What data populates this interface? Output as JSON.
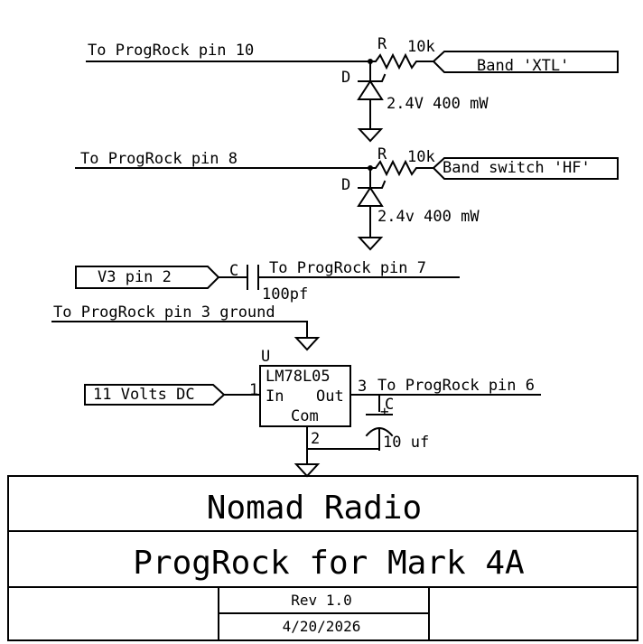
{
  "schematic": {
    "net_labels": {
      "pin10": "To ProgRock pin 10",
      "pin8": "To ProgRock pin 8",
      "pin7": "To ProgRock pin 7",
      "pin3": "To ProgRock pin 3 ground",
      "pin6": "To ProgRock pin 6"
    },
    "ports": {
      "band_xtl": "Band 'XTL'",
      "band_hf": "Band switch 'HF'",
      "v3": "V3 pin 2",
      "supply": "11 Volts DC"
    },
    "components": {
      "r1": {
        "ref": "R",
        "value": "10k"
      },
      "d1": {
        "ref": "D",
        "value": "2.4V 400 mW"
      },
      "r2": {
        "ref": "R",
        "value": "10k"
      },
      "d2": {
        "ref": "D",
        "value": "2.4v 400 mW"
      },
      "c1": {
        "ref": "C",
        "value": "100pf"
      },
      "u1": {
        "ref": "U",
        "part": "LM78L05",
        "pin_in": "In",
        "pin_out": "Out",
        "pin_com": "Com",
        "pin_num_in": "1",
        "pin_num_out": "3",
        "pin_num_com": "2"
      },
      "c2": {
        "ref": "C",
        "value": "10 uf",
        "polarity": "+"
      }
    }
  },
  "title_block": {
    "company": "Nomad Radio",
    "project": "ProgRock for Mark 4A",
    "revision": "Rev 1.0",
    "date": "4/20/2026"
  }
}
